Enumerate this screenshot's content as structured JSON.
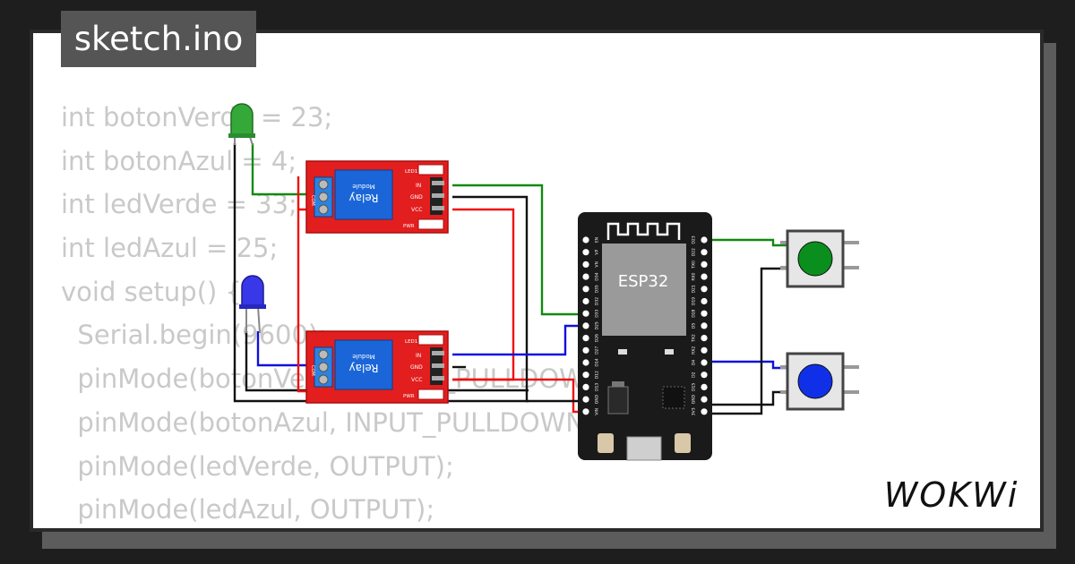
{
  "title": "sketch.ino",
  "code_lines": [
    "int botonVerde = 23;",
    "int botonAzul = 4;",
    "int ledVerde = 33;",
    "int ledAzul = 25;",
    "void setup() {",
    "  Serial.begin(9600);",
    "  pinMode(botonVerde, INPUT_PULLDOWN);",
    "  pinMode(botonAzul, INPUT_PULLDOWN);",
    "  pinMode(ledVerde, OUTPUT);",
    "  pinMode(ledAzul, OUTPUT);",
    "}"
  ],
  "relay": {
    "name": "Relay",
    "sub": "Module",
    "pins_right": [
      "IN",
      "GND",
      "VCC"
    ],
    "pins_left": [
      "NO",
      "COM",
      "NC"
    ],
    "led_label": "LED1",
    "pwr_label": "PWR"
  },
  "esp32": {
    "label": "ESP32",
    "pins_left": [
      "EN",
      "VP",
      "VN",
      "D34",
      "D35",
      "D32",
      "D33",
      "D25",
      "D26",
      "D27",
      "D14",
      "D12",
      "D13",
      "GND",
      "VIN"
    ],
    "pins_right": [
      "D23",
      "D22",
      "TX0",
      "RX0",
      "D21",
      "D19",
      "D18",
      "D5",
      "TX2",
      "RX2",
      "D4",
      "D2",
      "D15",
      "GND",
      "3V3"
    ]
  },
  "buttons": [
    {
      "color": "green",
      "fill": "#0a8f1e"
    },
    {
      "color": "blue",
      "fill": "#1030e8"
    }
  ],
  "leds": [
    {
      "color": "green",
      "fill": "#35a83a"
    },
    {
      "color": "blue",
      "fill": "#3838e8"
    }
  ],
  "brand": "WOKWi"
}
